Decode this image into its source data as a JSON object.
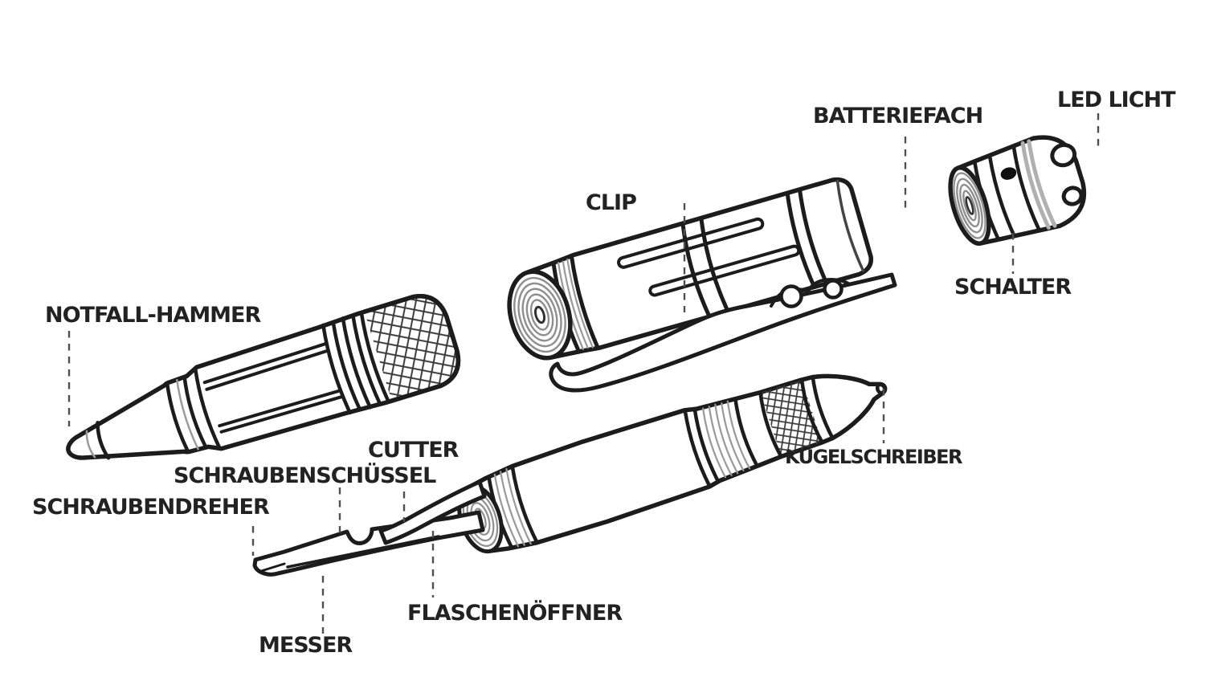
{
  "diagram": {
    "title": "Exploded diagram of a tactical pen multi-tool (German part labels)",
    "background_color": "#ffffff",
    "line_color": "#1c1c1c",
    "leader_line_color": "#4f4f4f",
    "labels": [
      {
        "id": "notfall-hammer",
        "text": "NOTFALL-HAMMER"
      },
      {
        "id": "clip",
        "text": "CLIP"
      },
      {
        "id": "batteriefach",
        "text": "BATTERIEFACH"
      },
      {
        "id": "led-licht",
        "text": "LED LICHT"
      },
      {
        "id": "schalter",
        "text": "SCHALTER"
      },
      {
        "id": "kugelschreiber",
        "text": "KUGELSCHREIBER"
      },
      {
        "id": "cutter",
        "text": "CUTTER"
      },
      {
        "id": "schraubenschuessel",
        "text": "SCHRAUBENSCHÜSSEL"
      },
      {
        "id": "schraubendreher",
        "text": "SCHRAUBENDREHER"
      },
      {
        "id": "messer",
        "text": "MESSER"
      },
      {
        "id": "flaschenoeffner",
        "text": "FLASCHENÖFFNER"
      }
    ]
  }
}
